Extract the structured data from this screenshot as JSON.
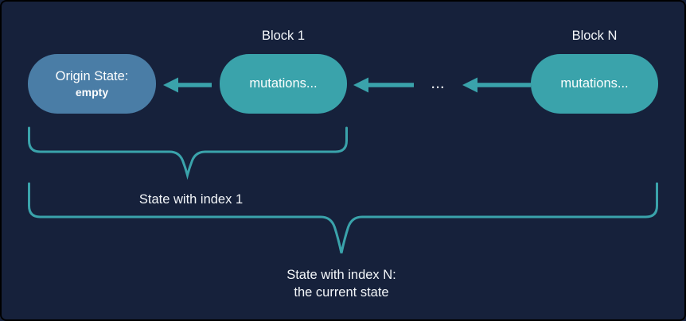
{
  "diagram": {
    "blocks": [
      {
        "label": "Block 1",
        "content": "mutations..."
      },
      {
        "label": "Block N",
        "content": "mutations..."
      }
    ],
    "origin_state": {
      "title": "Origin State:",
      "value": "empty"
    },
    "ellipsis": "...",
    "captions": {
      "state_1": "State with index 1",
      "state_n_line_1": "State with index N:",
      "state_n_line_2": "the current state"
    },
    "colors": {
      "background": "#16213b",
      "teal": "#3aa3ab",
      "origin_blue": "#4a7da6",
      "text": "#f3f6f9"
    }
  }
}
